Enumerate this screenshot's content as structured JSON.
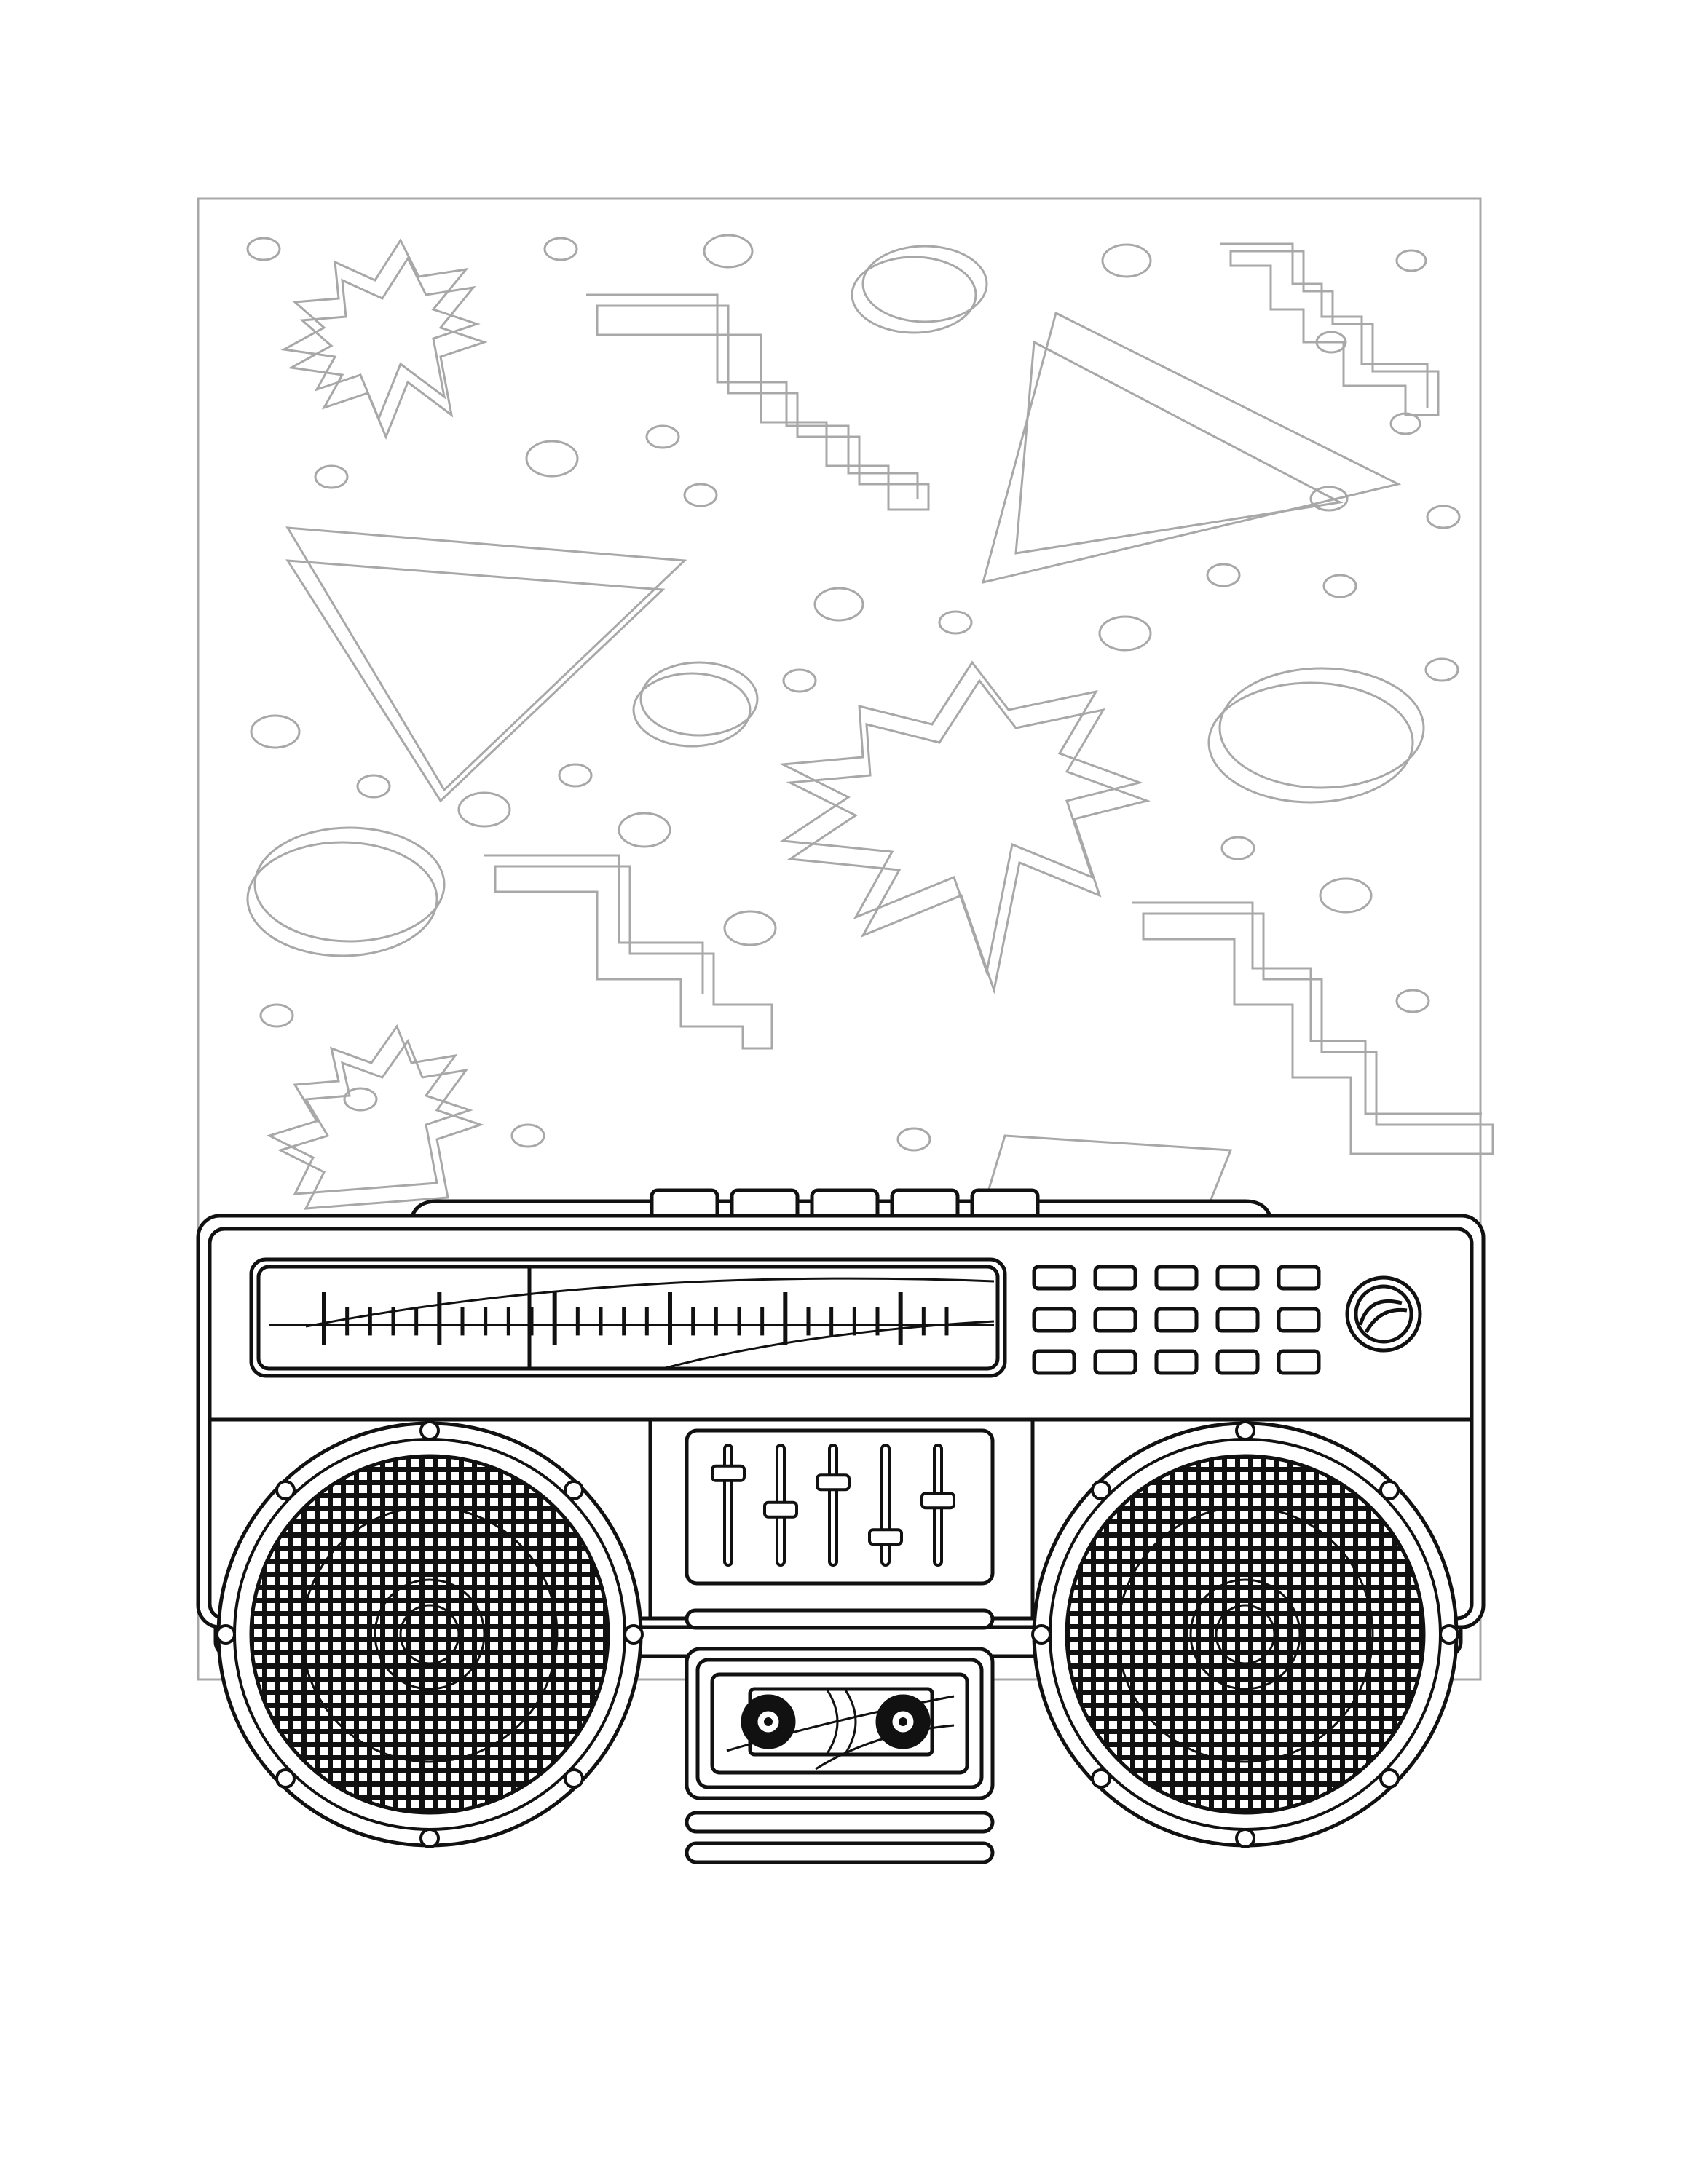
{
  "page": {
    "kind": "coloring-page",
    "background_pattern": [
      "starburst",
      "zigzag",
      "triangle",
      "circle",
      "dot"
    ],
    "line_colors": {
      "background": "#a8a8a8",
      "illustration": "#111111",
      "paper": "#ffffff"
    }
  },
  "boombox": {
    "display_buttons": 5,
    "preset_buttons": {
      "rows": 3,
      "columns": 5
    },
    "sliders": 5,
    "slider_levels": [
      0.15,
      0.55,
      0.25,
      0.85,
      0.45
    ],
    "speakers": [
      "left",
      "right"
    ],
    "cassette_reels": 2,
    "knob": "volume-knob-icon"
  }
}
